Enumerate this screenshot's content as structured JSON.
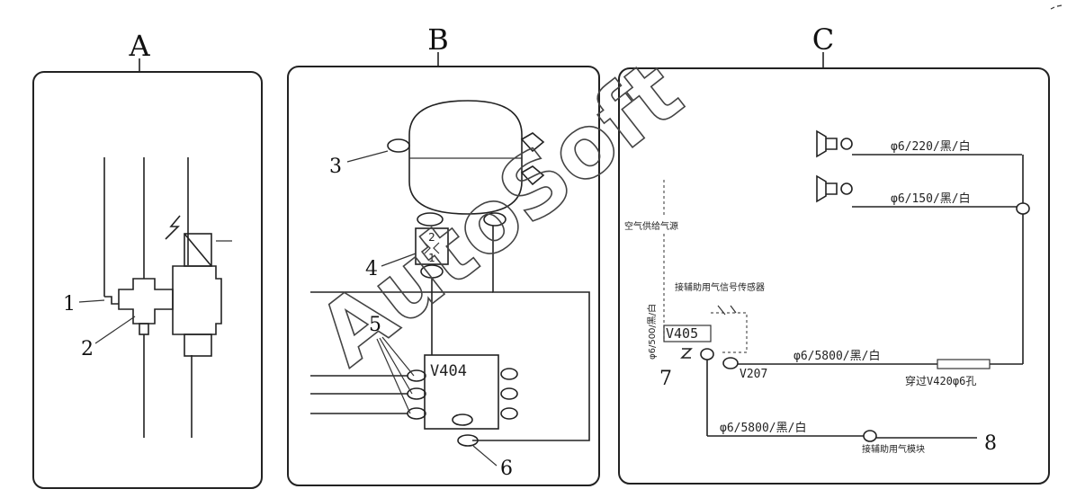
{
  "panels": {
    "a": {
      "letter": "A"
    },
    "b": {
      "letter": "B"
    },
    "c": {
      "letter": "C"
    }
  },
  "callouts": {
    "n1": "1",
    "n2": "2",
    "n3": "3",
    "n4": "4",
    "n5": "5",
    "n6": "6",
    "n7": "7",
    "n8": "8"
  },
  "valve_a": {
    "port_top": "2",
    "port_bottom": "1"
  },
  "module_b": {
    "label": "V404"
  },
  "panel_c": {
    "line_top": "φ6/220/黑/白",
    "line_second": "φ6/150/黑/白",
    "feed_label": "空气供给气源",
    "vertical_label": "φ6/500/黑/白",
    "sensor_label": "接辅助用气信号传感器",
    "v405": "V405",
    "v207": "V207",
    "line_mid": "φ6/5800/黑/白",
    "pass_label": "穿过V420φ6孔",
    "line_bottom": "φ6/5800/黑/白",
    "module_label": "接辅助用气模块"
  },
  "watermark": {
    "text": "AutoSoft"
  },
  "colors": {
    "ink": "#222222",
    "background": "#ffffff"
  }
}
